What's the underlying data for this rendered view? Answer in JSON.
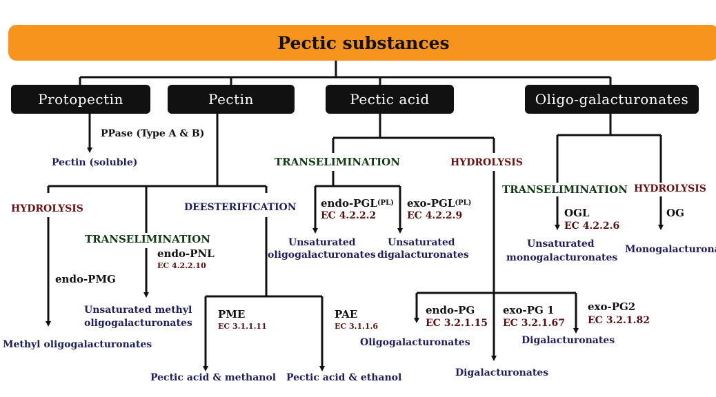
{
  "title": "Pectic substances",
  "categories": {
    "protopectin": "Protopectin",
    "pectin": "Pectin",
    "pectic_acid": "Pectic acid",
    "oligo": "Oligo-galacturonates"
  },
  "protopectin_branch": {
    "enzyme": "PPase (Type A & B)",
    "product": "Pectin (soluble)"
  },
  "pectin_branch": {
    "hydrolysis": "HYDROLYSIS",
    "endo_pmg": "endo-PMG",
    "endo_pmg_product": "Methyl oligogalacturonates",
    "transelimination": "TRANSELIMINATION",
    "endo_pnl": "endo-PNL",
    "endo_pnl_ec": "EC 4.2.2.10",
    "endo_pnl_product_line1": "Unsaturated methyl",
    "endo_pnl_product_line2": "oligogalacturonates",
    "deesterification": "DEESTERIFICATION",
    "pme": "PME",
    "pme_ec": "EC 3.1.1.11",
    "pme_product": "Pectic acid & methanol",
    "pae": "PAE",
    "pae_ec": "EC 3.1.1.6",
    "pae_product": "Pectic acid & ethanol"
  },
  "pectic_acid_branch": {
    "transelimination": "TRANSELIMINATION",
    "endo_pgl": "endo-PGL",
    "endo_pgl_sup": "(PL)",
    "endo_pgl_ec": "EC 4.2.2.2",
    "endo_pgl_product_line1": "Unsaturated",
    "endo_pgl_product_line2": "oligogalacturonates",
    "exo_pgl": "exo-PGL",
    "exo_pgl_sup": "(PL)",
    "exo_pgl_ec": "EC 4.2.2.9",
    "exo_pgl_product_line1": "Unsaturated",
    "exo_pgl_product_line2": "digalacturonates",
    "hydrolysis": "HYDROLYSIS",
    "endo_pg": "endo-PG",
    "endo_pg_ec": "EC 3.2.1.15",
    "endo_pg_product": "Oligogalacturonates",
    "exo_pg1": "exo-PG 1",
    "exo_pg1_ec": "EC 3.2.1.67",
    "exo_pg1_product": "Digalacturonates",
    "exo_pg2": "exo-PG2",
    "exo_pg2_ec": "EC 3.2.1.82",
    "bottom_product": "Digalacturonates"
  },
  "oligo_branch": {
    "transelimination": "TRANSELIMINATION",
    "ogl": "OGL",
    "ogl_ec": "EC 4.2.2.6",
    "ogl_product_line1": "Unsaturated",
    "ogl_product_line2": "monogalacturonates",
    "hydrolysis": "HYDROLYSIS",
    "og": "OG",
    "og_product": "Monogalacturona"
  }
}
